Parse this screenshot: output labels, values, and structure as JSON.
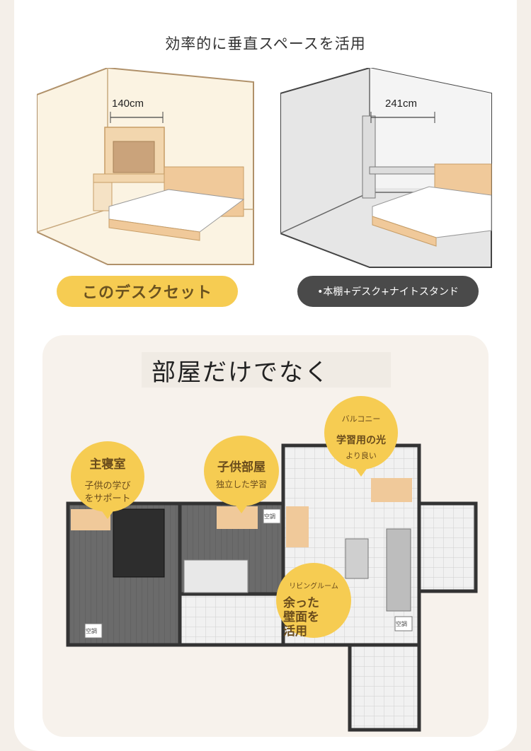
{
  "header": {
    "title": "効率的に垂直スペースを活用"
  },
  "left_room": {
    "dimension": "140cm"
  },
  "right_room": {
    "dimension": "241cm"
  },
  "labels": {
    "left_pill": "このデスクセット",
    "right_pill": "•本棚+デスク+ナイトスタンド"
  },
  "floorplan": {
    "title": "部屋だけでなく",
    "master_bedroom": {
      "title": "主寝室",
      "line1": "子供の学び",
      "line2": "をサポート"
    },
    "kids_room": {
      "title": "子供部屋",
      "subtitle": "独立した学習"
    },
    "balcony": {
      "title": "バルコニー",
      "line1": "学習用の光",
      "line2": "より良い"
    },
    "living_room": {
      "title": "リビングルーム",
      "line1": "余った",
      "line2": "壁面を",
      "line3": "活用"
    },
    "ac_label": "空調"
  },
  "colors": {
    "accent": "#f6cc52",
    "wood": "#f0c99a",
    "dark_pill": "#4a4a4a"
  }
}
